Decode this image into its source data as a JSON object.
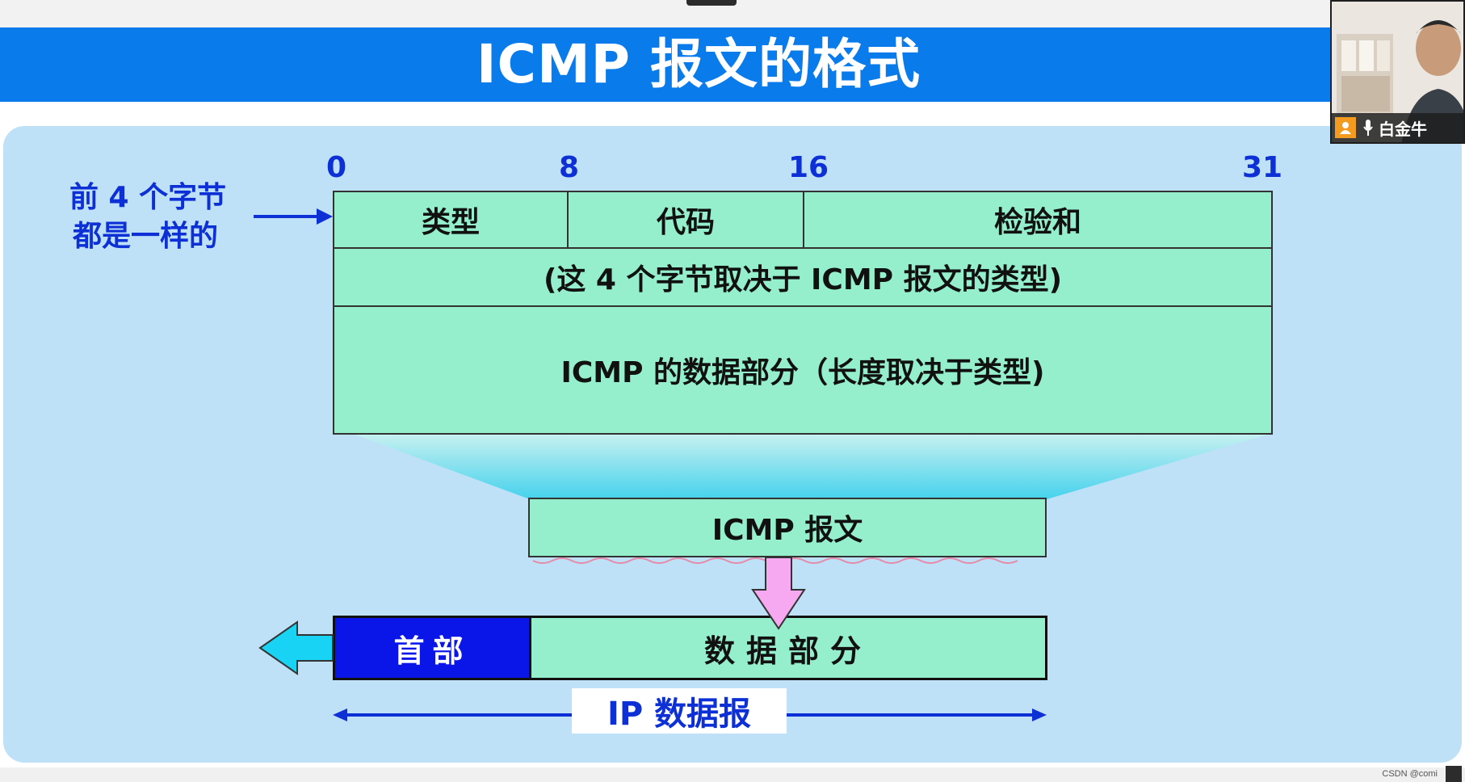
{
  "slide": {
    "title": "ICMP 报文的格式",
    "bit_positions": [
      "0",
      "8",
      "16",
      "31"
    ],
    "side_note_line1": "前 4 个字节",
    "side_note_line2": "都是一样的",
    "header_row": {
      "type_field": "类型",
      "code_field": "代码",
      "checksum_field": "检验和"
    },
    "second_row": "(这 4 个字节取决于 ICMP 报文的类型)",
    "data_row": "ICMP 的数据部分（长度取决于类型)",
    "icmp_message": "ICMP 报文",
    "ip_header": "首部",
    "ip_data": "数据部分",
    "ip_datagram": "IP 数据报"
  },
  "video_overlay": {
    "presenter_name": "白金牛",
    "icons": [
      "user-icon",
      "microphone-icon"
    ]
  },
  "watermark": "CSDN @comi",
  "colors": {
    "title_bar": "#0a7bea",
    "slide_background": "#bfe1f8",
    "field_fill": "#95efcc",
    "note_text": "#0d2fd6",
    "ip_header_fill": "#0a16e8",
    "left_arrow": "#19d3f5",
    "down_arrow": "#f6a8f0"
  }
}
